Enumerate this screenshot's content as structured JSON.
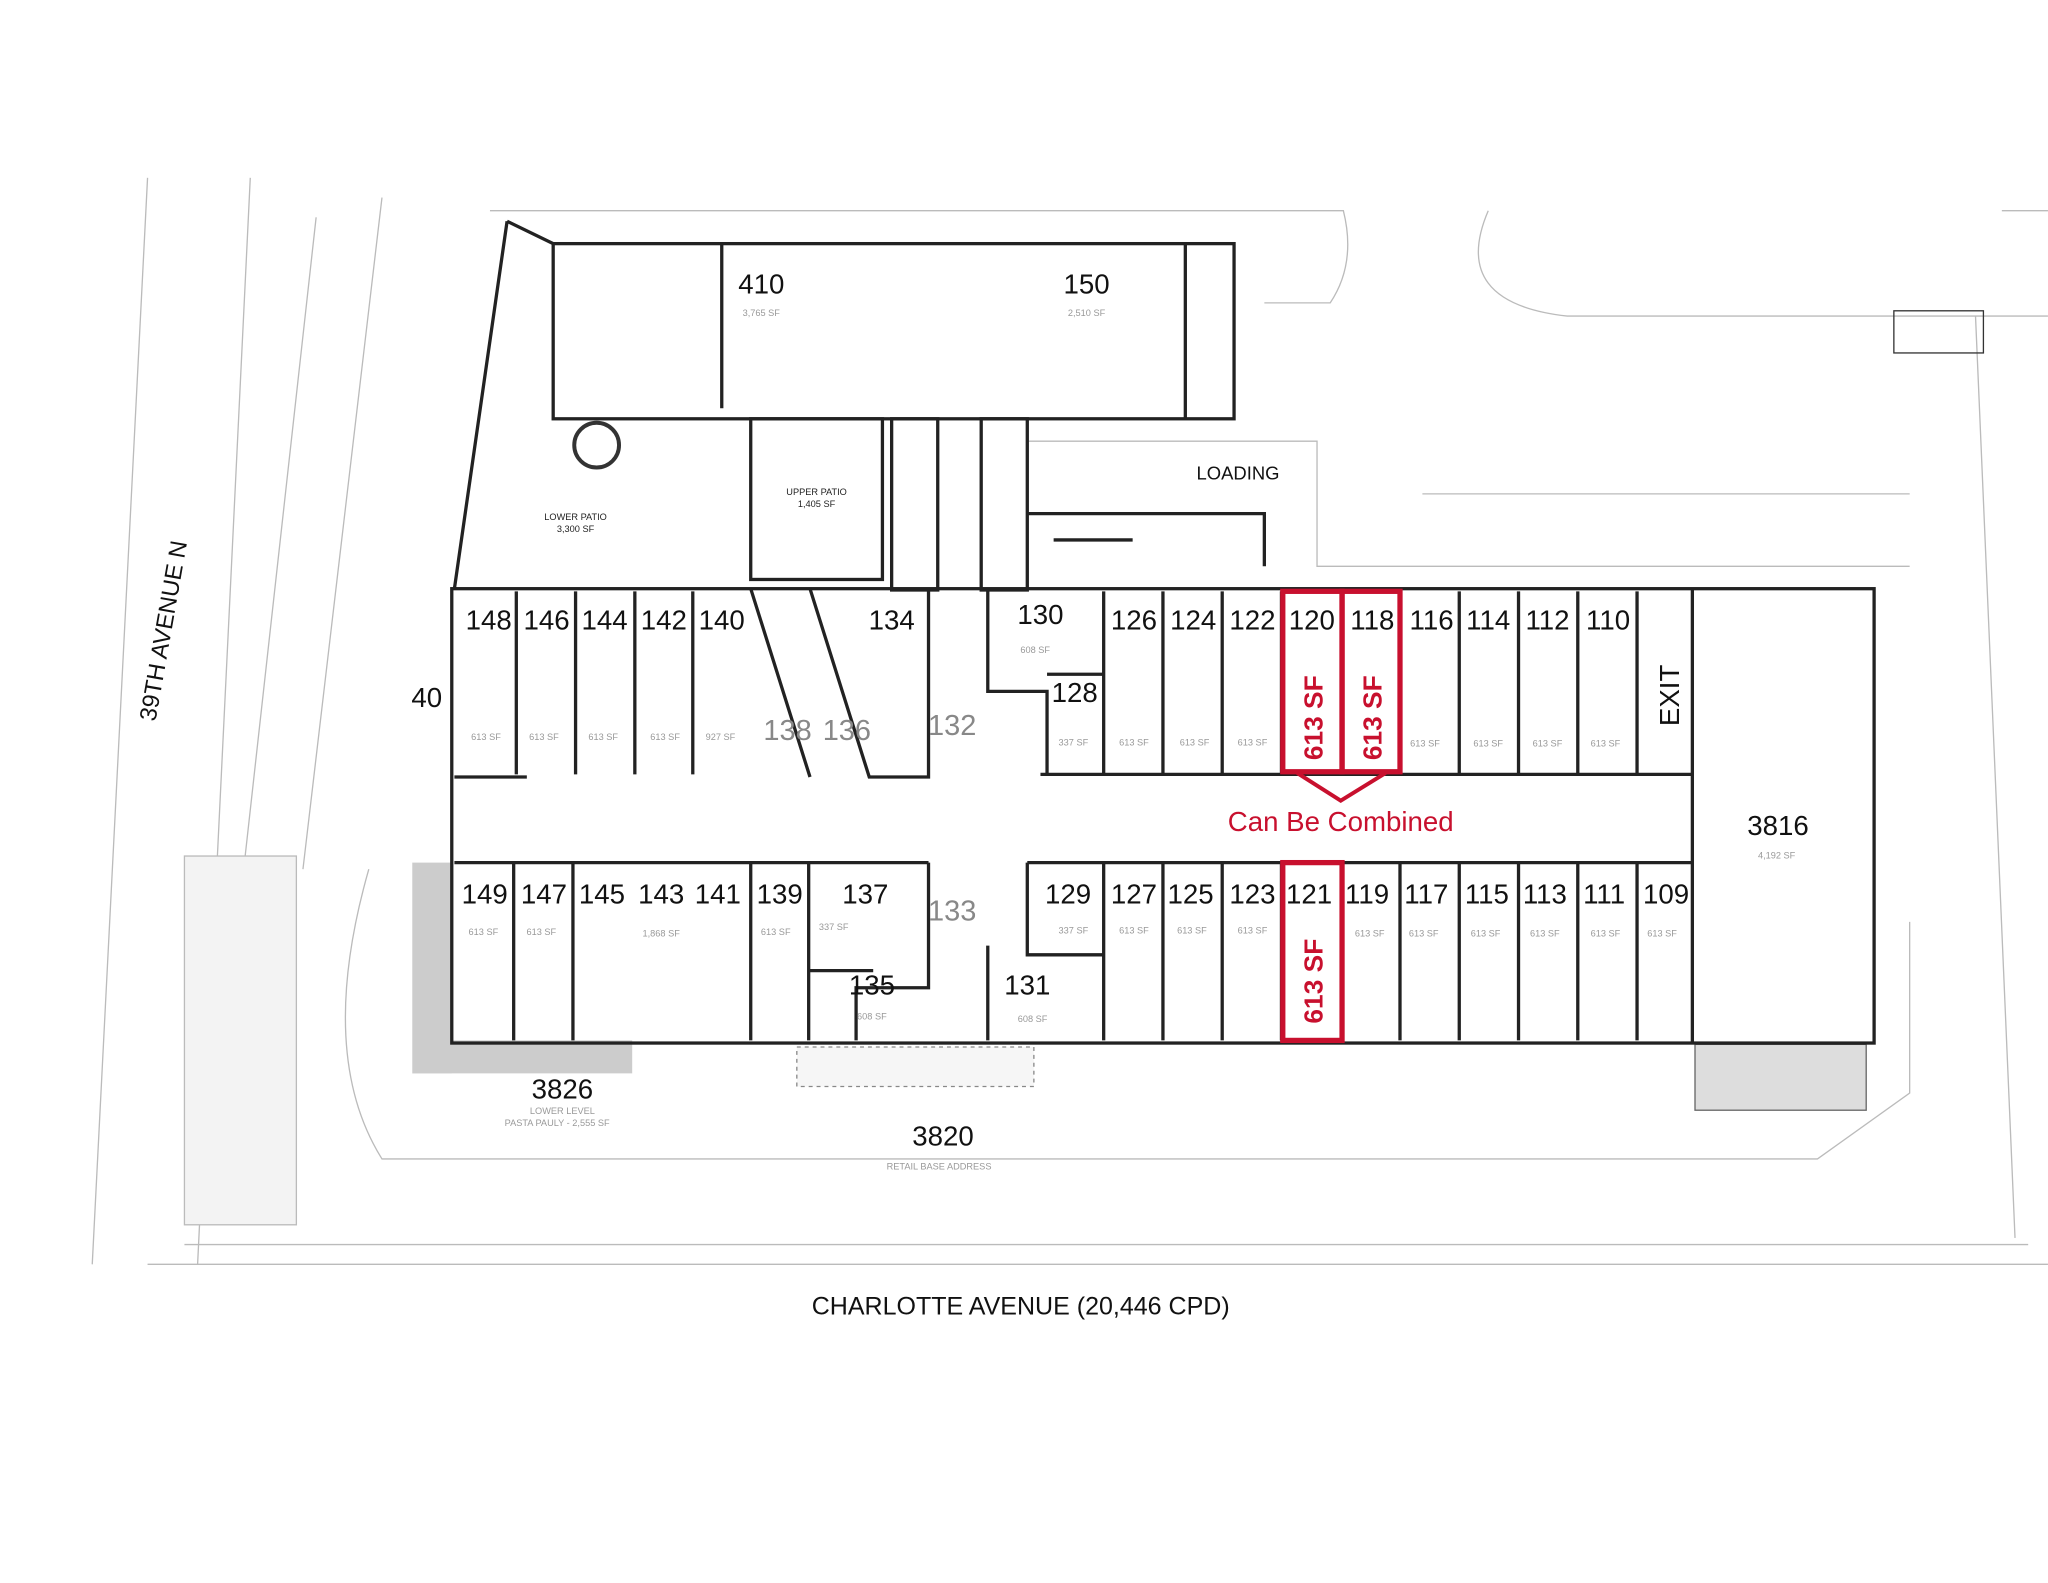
{
  "streets": {
    "west": "39TH AVENUE N",
    "south": "CHARLOTTE AVENUE (20,446 CPD)"
  },
  "loading": "LOADING",
  "exit": "EXIT",
  "unit_40": "40",
  "upper_building": [
    {
      "number": "410",
      "sf": "3,765 SF"
    },
    {
      "number": "150",
      "sf": "2,510 SF"
    }
  ],
  "patios": {
    "lower": {
      "name": "LOWER PATIO",
      "sf": "3,300 SF"
    },
    "upper": {
      "name": "UPPER PATIO",
      "sf": "1,405 SF"
    }
  },
  "top_units": [
    {
      "number": "148",
      "sf": "613 SF"
    },
    {
      "number": "146",
      "sf": "613 SF"
    },
    {
      "number": "144",
      "sf": "613 SF"
    },
    {
      "number": "142",
      "sf": "613 SF"
    },
    {
      "number": "140",
      "sf": "927 SF"
    },
    {
      "number": "134",
      "sf": ""
    },
    {
      "number": "130",
      "sf": "608 SF"
    },
    {
      "number": "128",
      "sf": "337 SF"
    },
    {
      "number": "126",
      "sf": "613 SF"
    },
    {
      "number": "124",
      "sf": "613 SF"
    },
    {
      "number": "122",
      "sf": "613 SF"
    },
    {
      "number": "120",
      "sf": ""
    },
    {
      "number": "118",
      "sf": ""
    },
    {
      "number": "116",
      "sf": "613 SF"
    },
    {
      "number": "114",
      "sf": "613 SF"
    },
    {
      "number": "112",
      "sf": "613 SF"
    },
    {
      "number": "110",
      "sf": "613 SF"
    },
    {
      "number": "3816",
      "sf": "4,192 SF"
    }
  ],
  "bottom_units": [
    {
      "number": "149",
      "sf": "613 SF"
    },
    {
      "number": "147",
      "sf": "613 SF"
    },
    {
      "number": "145",
      "sf": ""
    },
    {
      "number": "143",
      "sf": "1,868 SF"
    },
    {
      "number": "141",
      "sf": ""
    },
    {
      "number": "139",
      "sf": "613 SF"
    },
    {
      "number": "137",
      "sf": "337 SF"
    },
    {
      "number": "135",
      "sf": "608 SF"
    },
    {
      "number": "131",
      "sf": "608 SF"
    },
    {
      "number": "129",
      "sf": "337 SF"
    },
    {
      "number": "127",
      "sf": "613 SF"
    },
    {
      "number": "125",
      "sf": "613 SF"
    },
    {
      "number": "123",
      "sf": "613 SF"
    },
    {
      "number": "121",
      "sf": ""
    },
    {
      "number": "119",
      "sf": "613 SF"
    },
    {
      "number": "117",
      "sf": "613 SF"
    },
    {
      "number": "115",
      "sf": "613 SF"
    },
    {
      "number": "113",
      "sf": "613 SF"
    },
    {
      "number": "111",
      "sf": "613 SF"
    },
    {
      "number": "109",
      "sf": "613 SF"
    }
  ],
  "common_areas": [
    "138",
    "136",
    "132",
    "133"
  ],
  "highlights": {
    "unit_120_sf": "613 SF",
    "unit_118_sf": "613 SF",
    "unit_121_sf": "613 SF",
    "note": "Can Be Combined",
    "color": "#c8102e"
  },
  "addresses": {
    "a3826": {
      "number": "3826",
      "line1": "LOWER LEVEL",
      "line2": "PASTA PAULY - 2,555 SF"
    },
    "a3820": {
      "number": "3820",
      "line1": "RETAIL BASE ADDRESS"
    }
  }
}
